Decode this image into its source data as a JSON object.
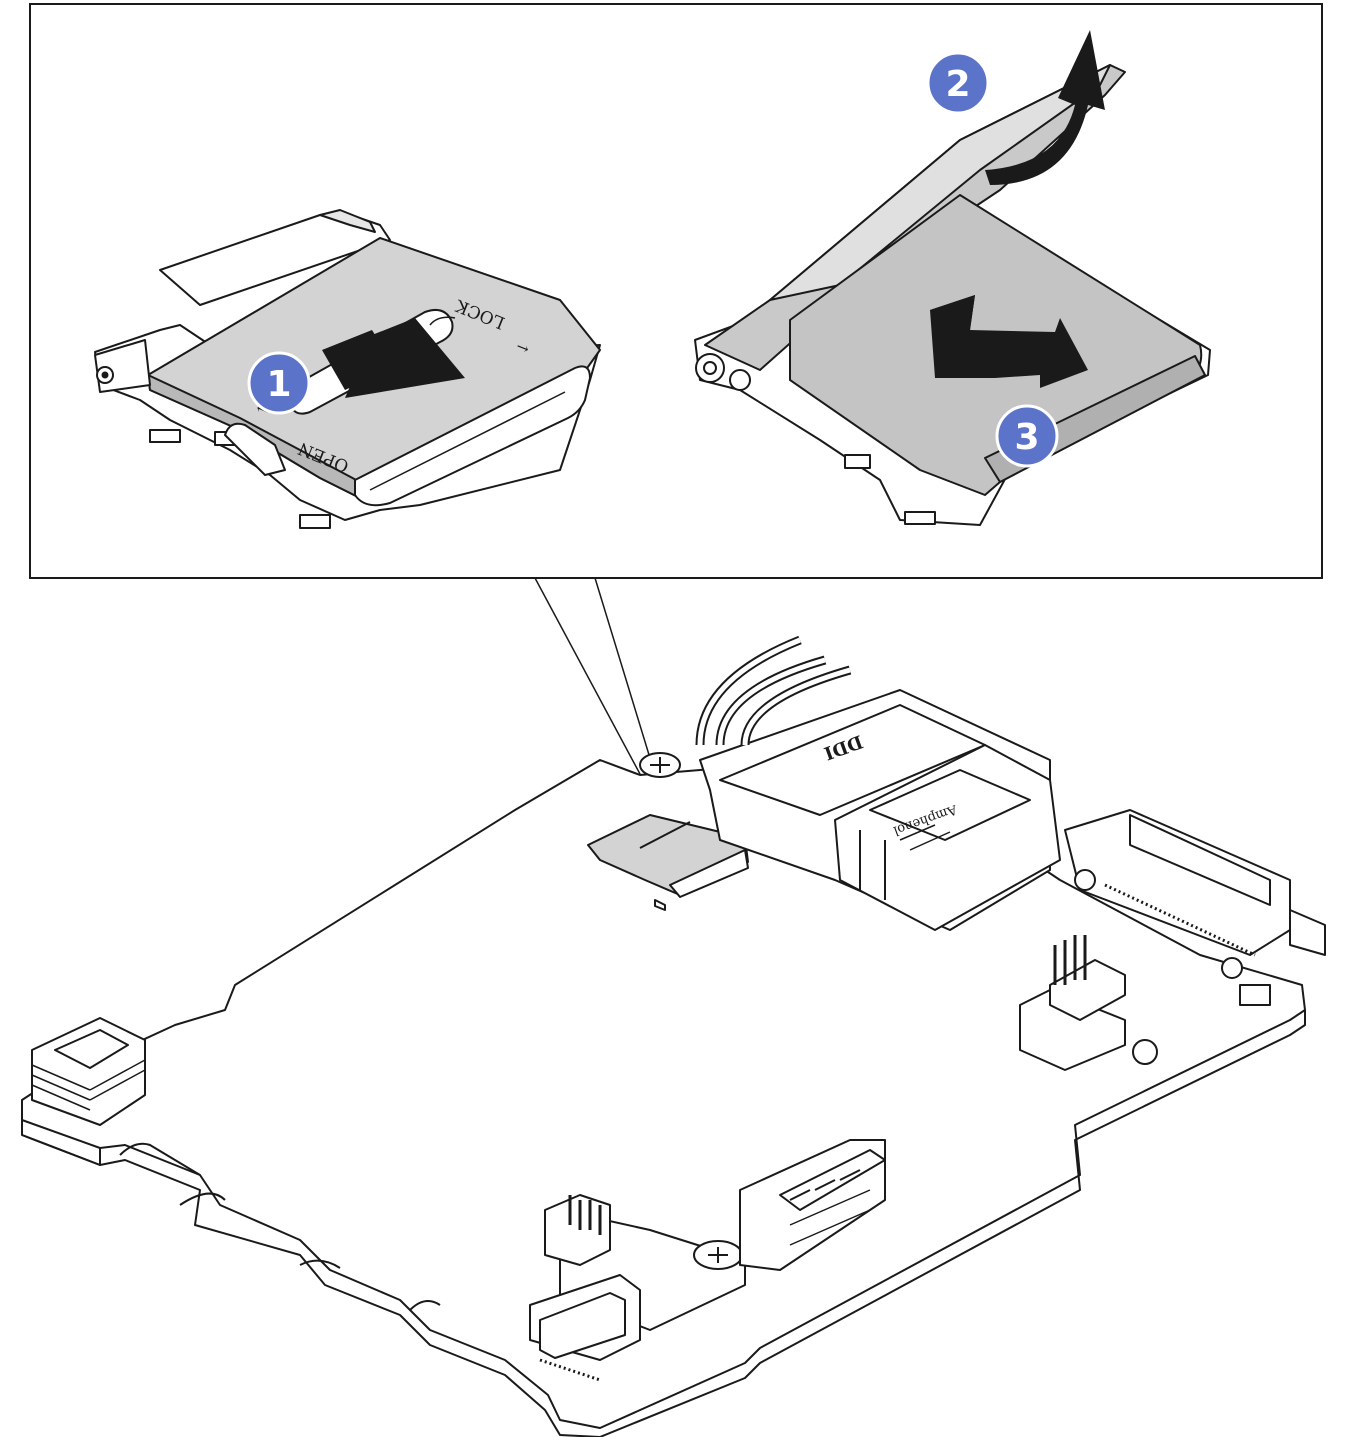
{
  "callout": {
    "step1": {
      "number": "1"
    },
    "step2": {
      "number": "2"
    },
    "step3": {
      "number": "3"
    },
    "tray_labels": {
      "lock": "LOCK",
      "open": "OPEN"
    }
  },
  "board": {
    "usb_labels": {
      "brand_left": "DDI",
      "brand_right": "Amphenol"
    }
  },
  "colors": {
    "step_badge": "#5b74c9",
    "step_badge_text": "#ffffff",
    "metal_light": "#d3d3d3",
    "metal_mid": "#b8b8b8",
    "outline": "#1a1a1a",
    "background": "#ffffff"
  }
}
